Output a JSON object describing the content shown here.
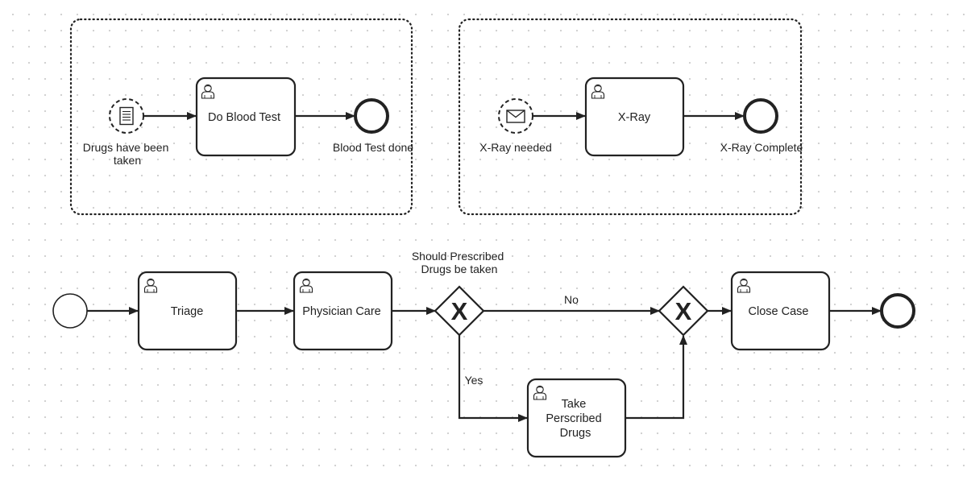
{
  "diagram": {
    "groups": [
      {
        "id": "blood-test-subprocess",
        "start_label": "Drugs have been taken",
        "start_lines": [
          "Drugs have been",
          "taken"
        ],
        "start_icon": "document-icon",
        "task_label": "Do Blood Test",
        "end_label": "Blood Test done"
      },
      {
        "id": "xray-subprocess",
        "start_label": "X-Ray needed",
        "start_lines": [
          "X-Ray needed"
        ],
        "start_icon": "envelope-icon",
        "task_label": "X-Ray",
        "end_label": "X-Ray Complete"
      }
    ],
    "main_flow": {
      "tasks": [
        {
          "id": "triage",
          "lines": [
            "Triage"
          ]
        },
        {
          "id": "physician-care",
          "lines": [
            "Physician Care"
          ]
        },
        {
          "id": "close-case",
          "lines": [
            "Close Case"
          ]
        },
        {
          "id": "take-prescribed-drugs",
          "lines": [
            "Take",
            "Perscribed",
            "Drugs"
          ]
        }
      ],
      "gateway_question": [
        "Should Prescribed",
        "Drugs be taken"
      ],
      "gateway_symbol": "X",
      "branch_no": "No",
      "branch_yes": "Yes"
    }
  },
  "colors": {
    "stroke": "#222222",
    "background": "#ffffff",
    "grid_dot": "#cfcfcf"
  }
}
